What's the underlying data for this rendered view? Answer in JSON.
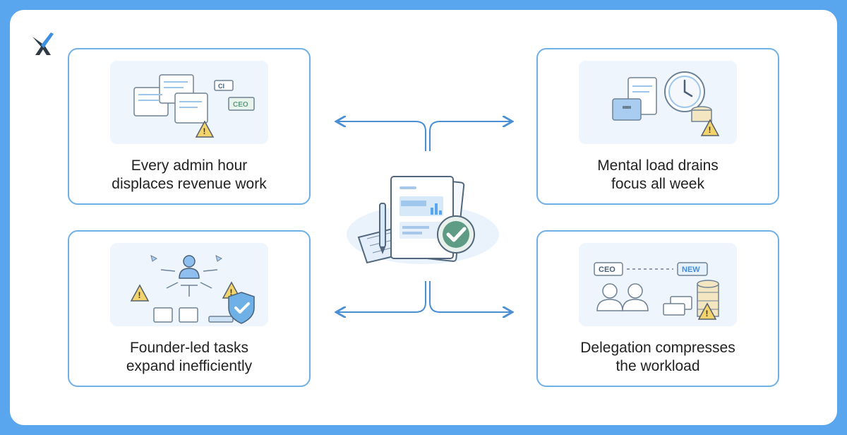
{
  "logo_icon": "x-brand-logo",
  "center_icon": "document-chart-checkmark-icon",
  "cards": {
    "top_left": {
      "line1": "Every admin hour",
      "line2": "displaces revenue work",
      "illustration": "documents-warning-illustration",
      "badges": [
        "CI",
        "CEO"
      ]
    },
    "top_right": {
      "line1": "Mental load drains",
      "line2": "focus all week",
      "illustration": "clock-folder-warning-illustration"
    },
    "bottom_left": {
      "line1": "Founder-led tasks",
      "line2": "expand inefficiently",
      "illustration": "person-arrows-shield-illustration"
    },
    "bottom_right": {
      "line1": "Delegation compresses",
      "line2": "the workload",
      "illustration": "delegation-people-coins-illustration",
      "badges": [
        "CEO",
        "NEW"
      ]
    }
  },
  "colors": {
    "background": "#5aa6ee",
    "border": "#6fb0e6",
    "accent_green": "#5f9c86",
    "warning": "#f3d36b"
  }
}
